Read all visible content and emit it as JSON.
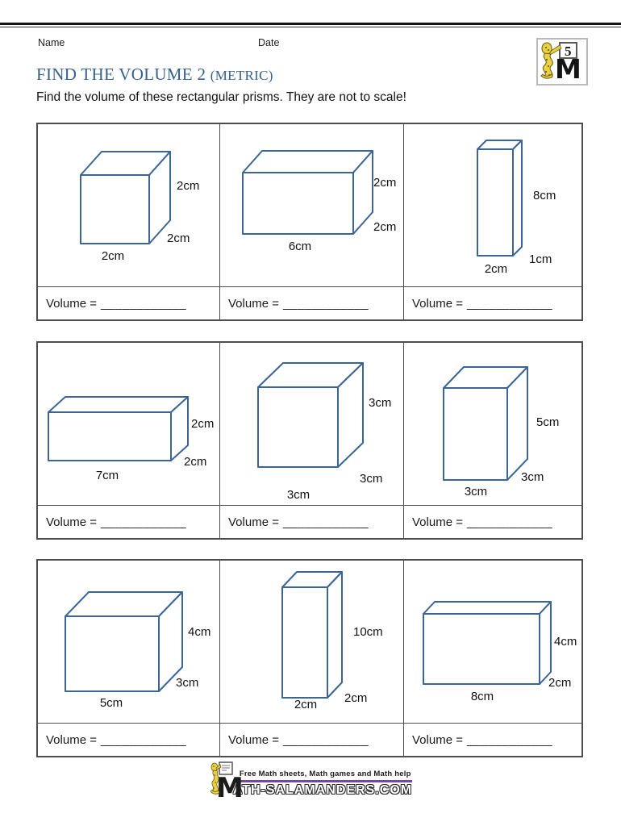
{
  "header": {
    "name_label": "Name",
    "date_label": "Date",
    "title": "FIND THE VOLUME 2 ",
    "title_qualifier": "(METRIC)",
    "instructions": "Find the volume of these rectangular prisms. They are not to scale!",
    "badge_number": "5",
    "badge_letter": "M"
  },
  "labels": {
    "volume": "Volume =",
    "blank": "____________"
  },
  "prisms": [
    {
      "height": "2cm",
      "depth": "2cm",
      "width": "2cm"
    },
    {
      "height": "2cm",
      "depth": "2cm",
      "width": "6cm"
    },
    {
      "height": "8cm",
      "depth": "1cm",
      "width": "2cm"
    },
    {
      "height": "2cm",
      "depth": "2cm",
      "width": "7cm"
    },
    {
      "height": "3cm",
      "depth": "3cm",
      "width": "3cm"
    },
    {
      "height": "5cm",
      "depth": "3cm",
      "width": "3cm"
    },
    {
      "height": "4cm",
      "depth": "3cm",
      "width": "5cm"
    },
    {
      "height": "10cm",
      "depth": "2cm",
      "width": "2cm"
    },
    {
      "height": "4cm",
      "depth": "2cm",
      "width": "8cm"
    }
  ],
  "footer": {
    "tagline": "Free Math sheets, Math games and Math help",
    "site_rest": "ATH-SALAMANDERS.COM",
    "icon_letter": "M"
  },
  "colors": {
    "title_blue": "#36618f",
    "prism_stroke": "#3a6596",
    "table_border": "#4d4d4d",
    "purple_rule": "#7247a8",
    "salamander_yellow": "#e9d044"
  }
}
